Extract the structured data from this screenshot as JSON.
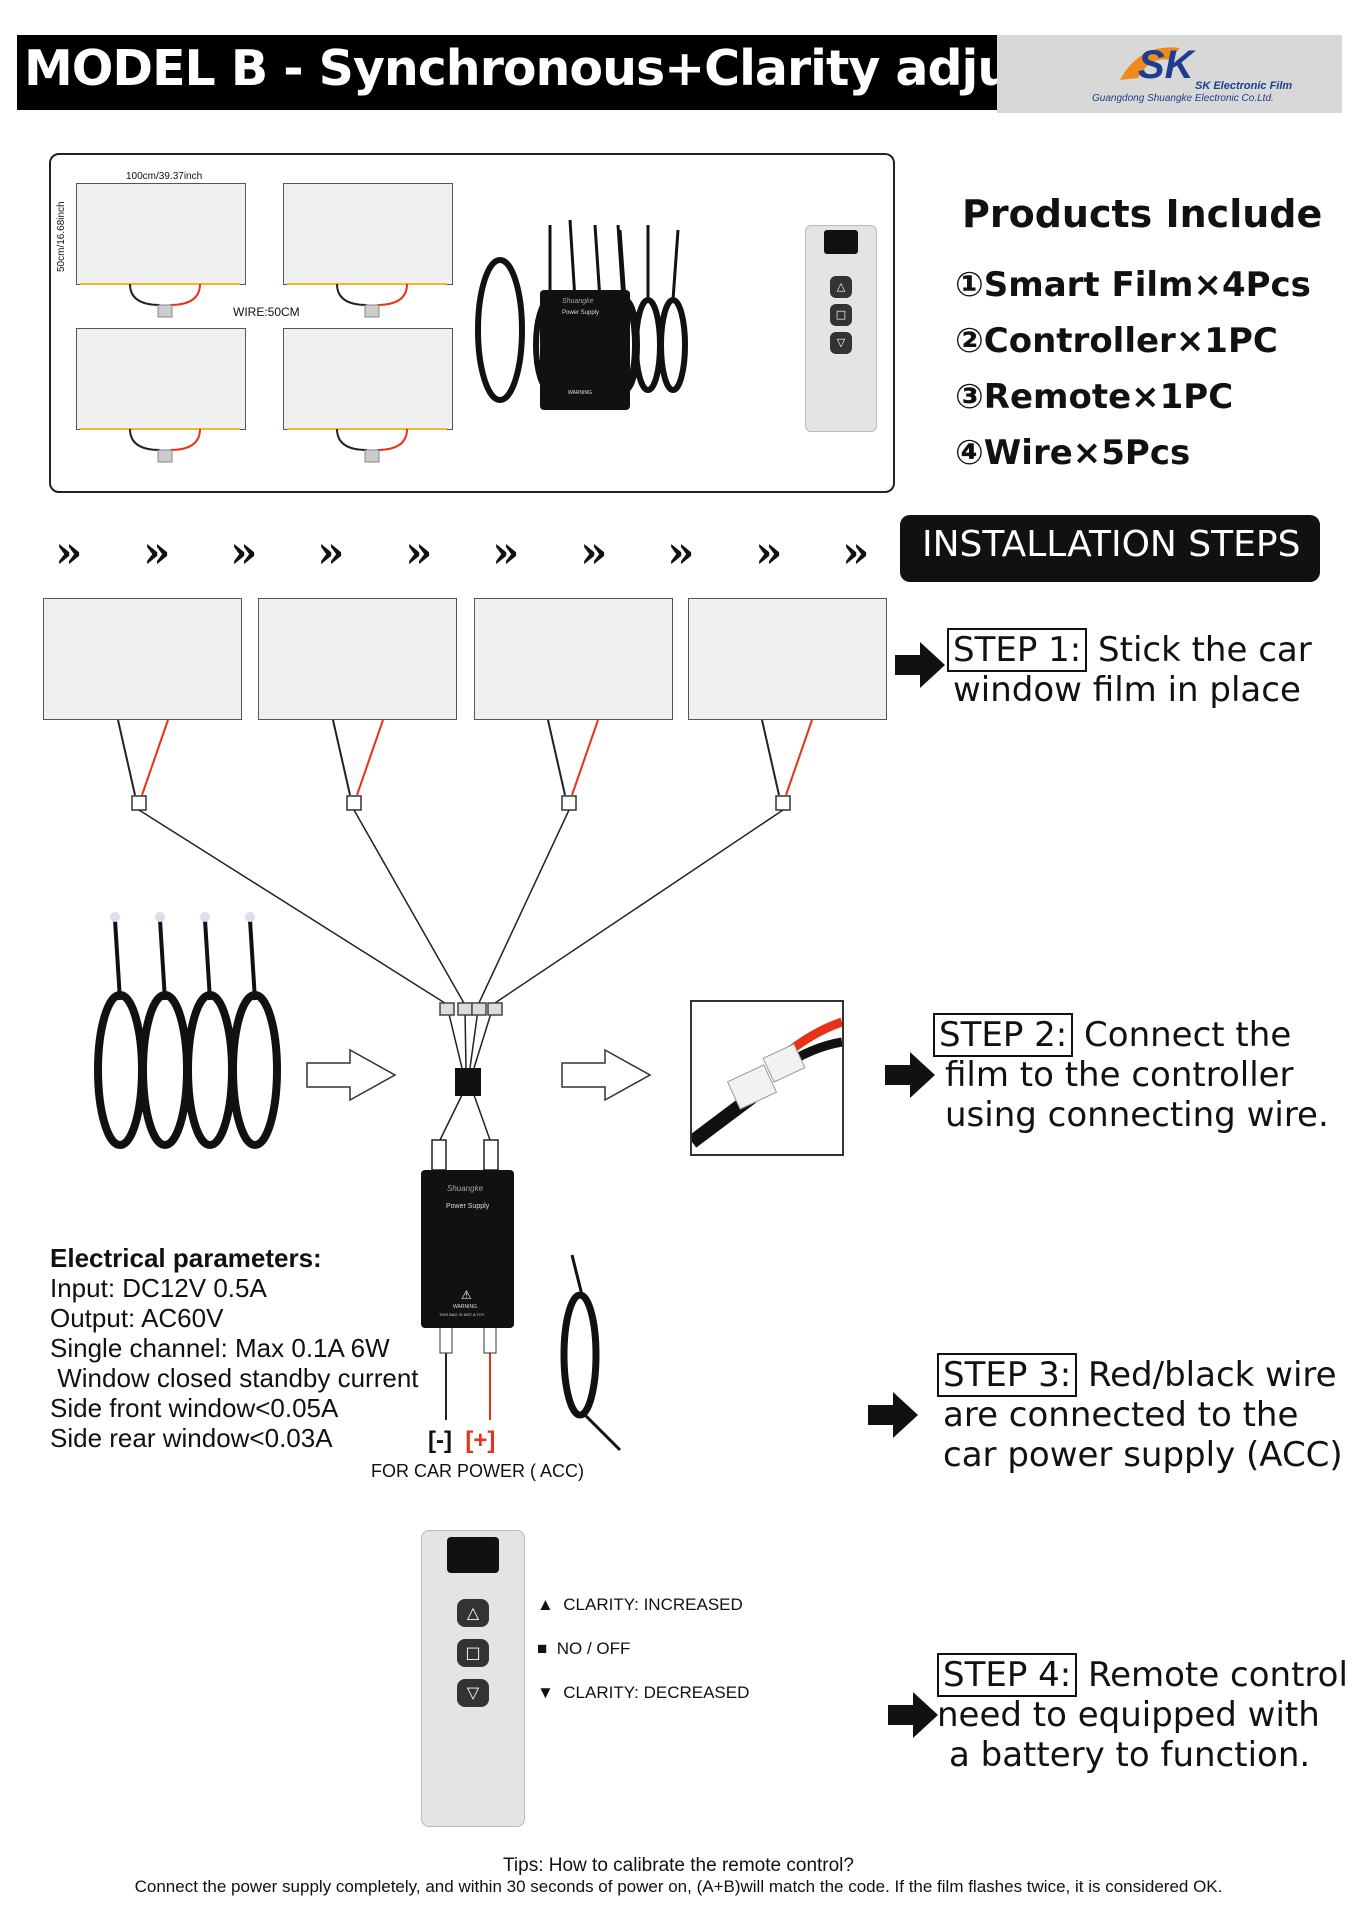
{
  "header": {
    "title": "MODEL B - Synchronous+Clarity adjustment",
    "logo_text": "SK",
    "logo_brand": "SK Electronic Film",
    "logo_company": "Guangdong Shuangke Electronic Co.Ltd."
  },
  "products": {
    "heading": "Products Include",
    "items": [
      "①Smart Film×4Pcs",
      "②Controller×1PC",
      "③Remote×1PC",
      "④Wire×5Pcs"
    ],
    "film_width_label": "100cm/39.37inch",
    "film_height_label": "50cm/16.68inch",
    "wire_label": "WIRE:50CM"
  },
  "installation": {
    "badge": "INSTALLATION STEPS",
    "chevron": "»",
    "steps": [
      {
        "label": "STEP 1:",
        "line1": "Stick the car",
        "line2": "window film in place"
      },
      {
        "label": "STEP 2:",
        "line1": "Connect the",
        "line2": "film to the controller",
        "line3": "using connecting wire."
      },
      {
        "label": "STEP 3:",
        "line1": "Red/black wire",
        "line2": "are connected to the",
        "line3": "car power supply  (ACC)"
      },
      {
        "label": "STEP 4:",
        "line1": "Remote control",
        "line2": "need to equipped with",
        "line3": "a battery to function."
      }
    ]
  },
  "controller": {
    "brand": "Shuangke",
    "title": "Power Supply",
    "warning": "WARNING",
    "warning_note": "THIS BAG IS NOT A TOY"
  },
  "electrical": {
    "heading": "Electrical parameters:",
    "lines": [
      "Input: DC12V   0.5A",
      "Output: AC60V",
      "Single channel: Max 0.1A  6W",
      " Window closed standby current",
      "Side front window<0.05A",
      "Side rear window<0.03A"
    ]
  },
  "power": {
    "neg": "[-]",
    "pos": "[+]",
    "label": "FOR CAR POWER ( ACC)"
  },
  "remote_legend": [
    {
      "symbol": "▲",
      "text": "CLARITY: INCREASED"
    },
    {
      "symbol": "■",
      "text": "NO / OFF"
    },
    {
      "symbol": "▼",
      "text": "CLARITY: DECREASED"
    }
  ],
  "tips": {
    "question": "Tips: How to calibrate the remote control?",
    "answer": "Connect the power supply completely, and within 30 seconds of power on, (A+B)will match the code. If the film flashes twice, it is considered OK."
  },
  "colors": {
    "accent_red": "#e8311a",
    "badge": "#111111",
    "logo_blue": "#1d3d8f",
    "logo_orange": "#f08a1c"
  }
}
